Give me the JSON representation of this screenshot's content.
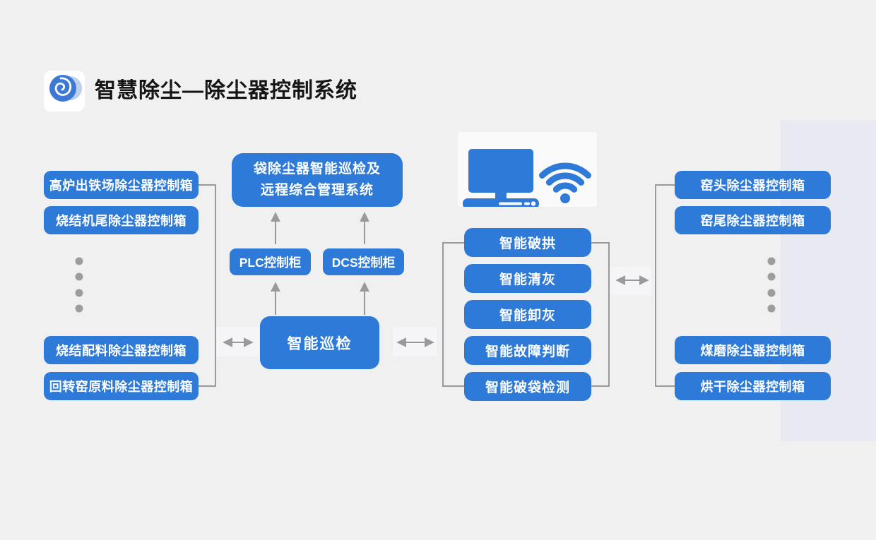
{
  "page": {
    "title": "智慧除尘—除尘器控制系统"
  },
  "left_group": {
    "boxes": [
      "高炉出铁场除尘器控制箱",
      "烧结机尾除尘器控制箱",
      "烧结配料除尘器控制箱",
      "回转窑原料除尘器控制箱"
    ]
  },
  "center": {
    "management_system": "袋除尘器智能巡检及\n远程综合管理系统",
    "plc_cabinet": "PLC控制柜",
    "dcs_cabinet": "DCS控制柜",
    "patrol": "智能巡检"
  },
  "function_group": {
    "boxes": [
      "智能破拱",
      "智能清灰",
      "智能卸灰",
      "智能故障判断",
      "智能破袋检测"
    ]
  },
  "right_group": {
    "boxes": [
      "窑头除尘器控制箱",
      "窑尾除尘器控制箱",
      "煤磨除尘器控制箱",
      "烘干除尘器控制箱"
    ]
  },
  "icons": {
    "logo": "swirl-logo-icon",
    "device": "computer-icon",
    "network": "wifi-icon",
    "ellipsis": "vertical-dots"
  },
  "colors": {
    "accent_blue": "#2e7ad8",
    "connector_gray": "#9a9a9c",
    "dot_gray": "#9d9da0",
    "background": "#f0f0f1",
    "side_panel": "#e9e9f1",
    "device_card": "#fafafb"
  }
}
